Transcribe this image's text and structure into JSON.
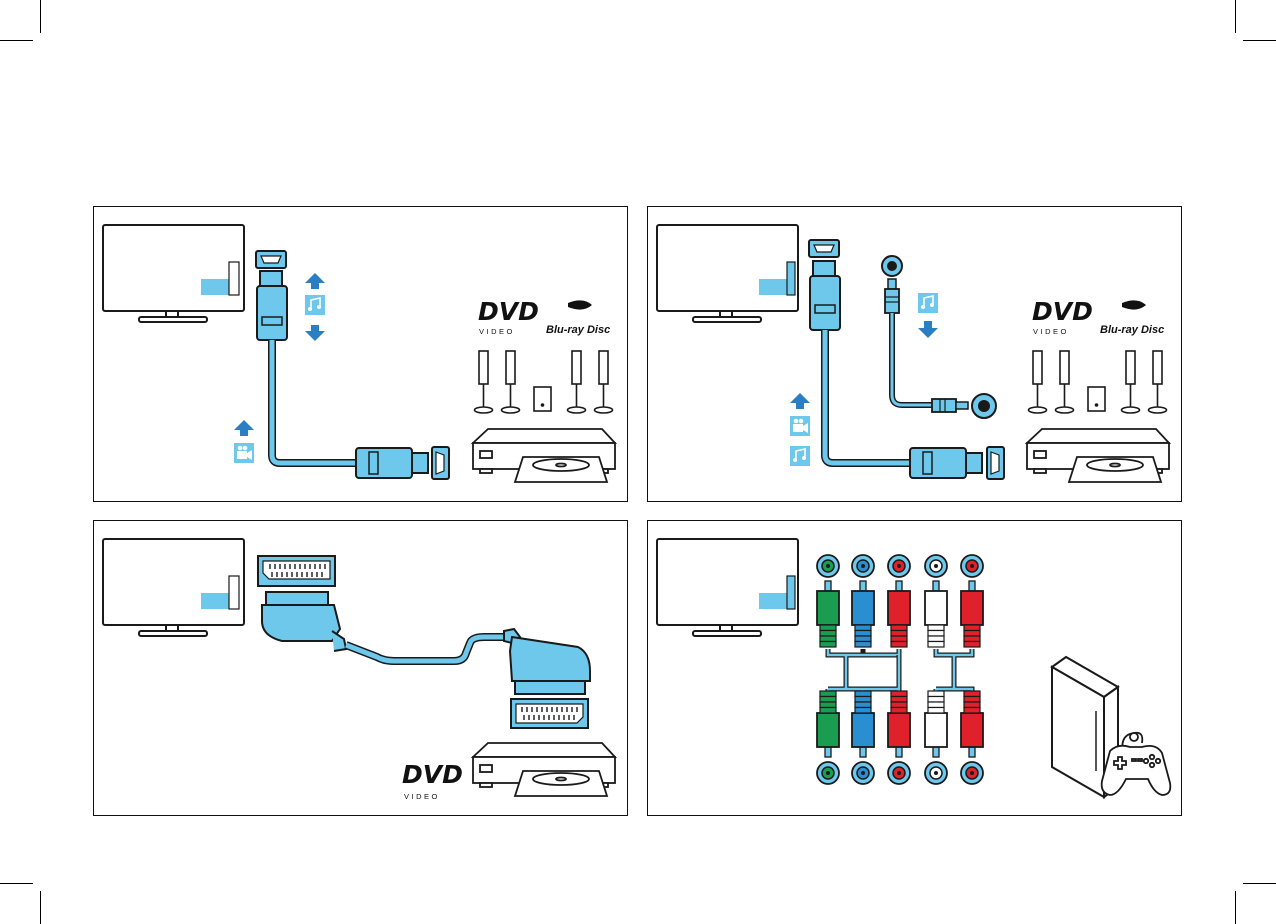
{
  "logos": {
    "dvd": "DVD",
    "dvd_sub": "VIDEO",
    "bluray": "Blu-ray Disc"
  },
  "colors": {
    "cable": "#6dc8ec",
    "arrow": "#2a7ec3",
    "outline": "#1a1a1a",
    "rca_green": "#1a9d50",
    "rca_blue": "#2a8fd0",
    "rca_red": "#e0202a",
    "rca_white": "#ffffff"
  },
  "panels": [
    {
      "name": "hdmi-connection",
      "icons": [
        "tv-icon",
        "hdmi-port-icon",
        "audio-note-icon",
        "video-camera-icon",
        "speaker-system-icon",
        "disc-player-icon"
      ]
    },
    {
      "name": "hdmi-arc-connection",
      "icons": [
        "tv-icon",
        "hdmi-port-icon",
        "optical-audio-jack-icon",
        "audio-note-icon",
        "video-camera-icon",
        "speaker-system-icon",
        "disc-player-icon"
      ]
    },
    {
      "name": "scart-connection",
      "icons": [
        "tv-icon",
        "scart-port-icon",
        "disc-player-icon"
      ]
    },
    {
      "name": "component-connection",
      "icons": [
        "tv-icon",
        "rca-jack-icon",
        "game-console-icon",
        "gamepad-icon"
      ]
    }
  ]
}
